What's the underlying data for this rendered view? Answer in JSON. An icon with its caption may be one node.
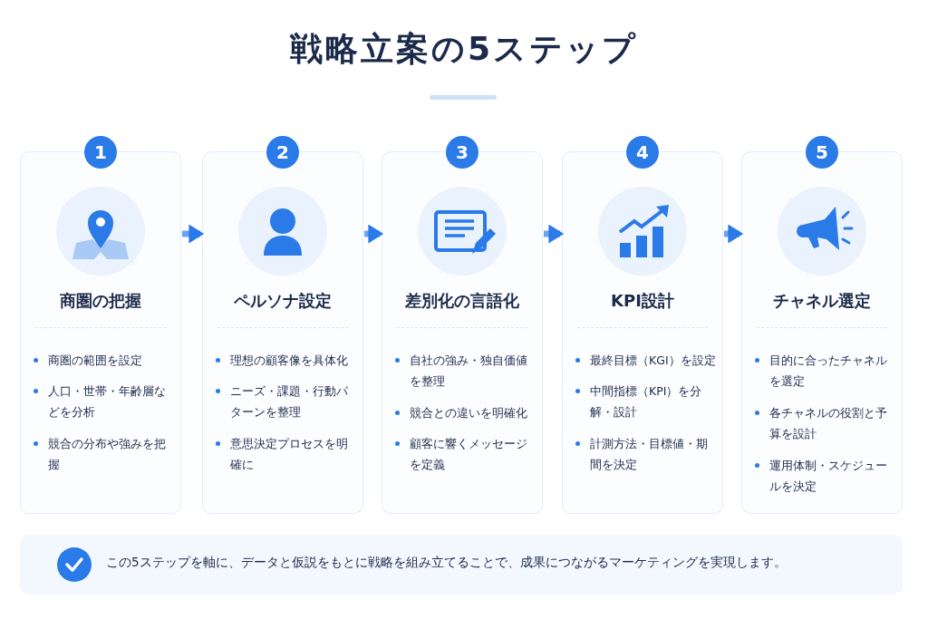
{
  "diagram": {
    "title": "戦略立案の5ステップ",
    "nodes": [
      {
        "text": [
          "1",
          "商圏の把握",
          "商圏の範囲を設定",
          "人口・世帯・年齢層などを分析",
          "競合の分布や強みを把握"
        ]
      },
      {
        "text": [
          "2",
          "ペルソナ設定",
          "理想の顧客像を具体化",
          "ニーズ・課題・行動パターンを整理",
          "意思決定プロセスを明確に"
        ]
      },
      {
        "text": [
          "3",
          "差別化の言語化",
          "自社の強み・独自価値を整理",
          "競合との違いを明確化",
          "顧客に響くメッセージを定義"
        ]
      },
      {
        "text": [
          "4",
          "KPI設計",
          "最終目標（KGI）を設定",
          "中間指標（KPI）を分解・設計",
          "計測方法・目標値・期間を決定"
        ]
      },
      {
        "text": [
          "5",
          "チャネル選定",
          "目的に合ったチャネルを選定",
          "各チャネルの役割と予算を設計",
          "運用体制・スケジュールを決定"
        ]
      },
      {
        "text": [
          "この5ステップを軸に、データと仮説をもとに戦略を組み立てることで、成果につながるマーケティングを実現します。"
        ]
      }
    ],
    "edges": [
      {
        "from": 0,
        "to": 1,
        "arrow": "to"
      },
      {
        "from": 1,
        "to": 2,
        "arrow": "to"
      },
      {
        "from": 2,
        "to": 3,
        "arrow": "to"
      },
      {
        "from": 3,
        "to": 4,
        "arrow": "to"
      }
    ]
  }
}
